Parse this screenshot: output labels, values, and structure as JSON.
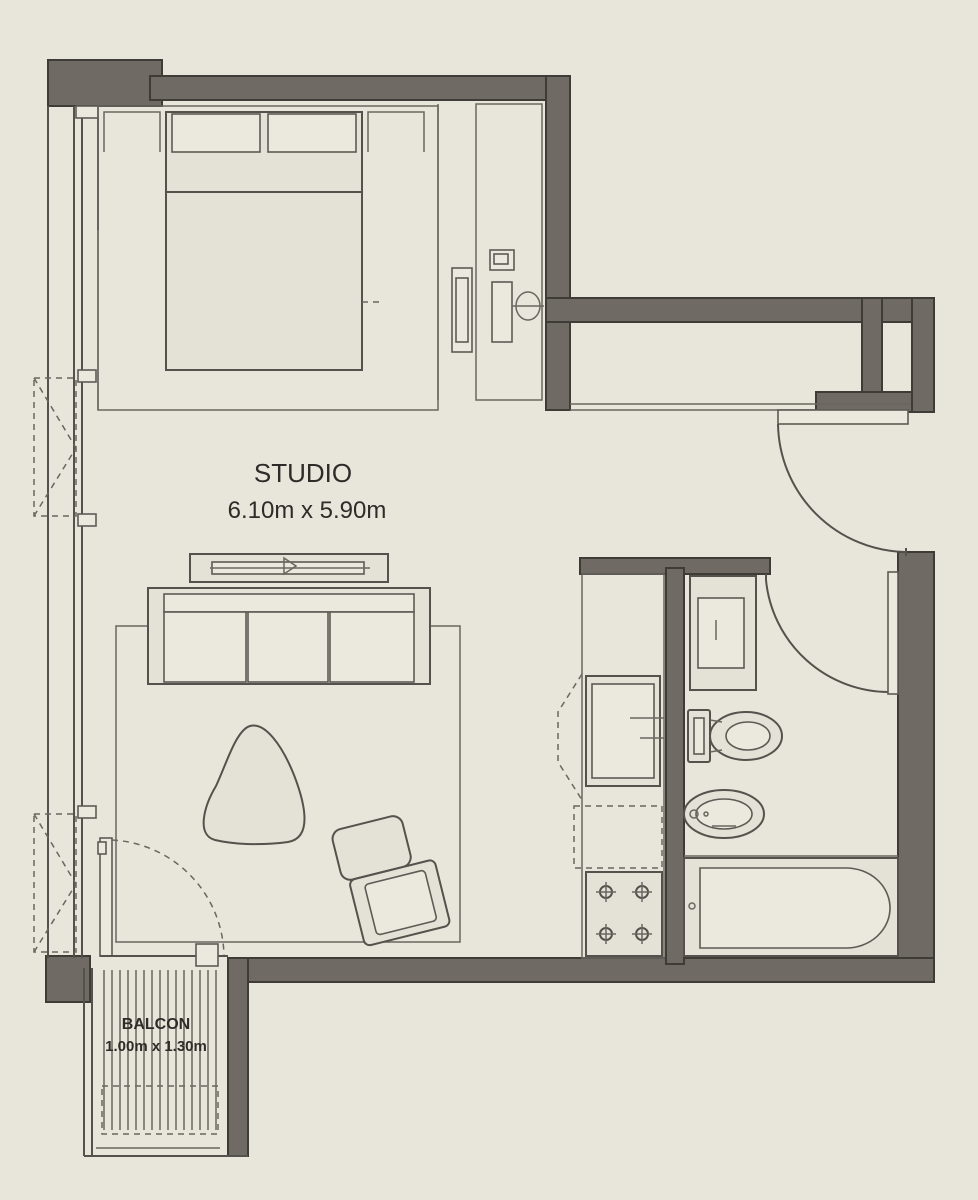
{
  "rooms": {
    "studio": {
      "name": "STUDIO",
      "dimensions": "6.10m x 5.90m"
    },
    "balcony": {
      "name": "BALCON",
      "dimensions": "1.00m x 1.30m"
    }
  },
  "colors": {
    "paper": "#e8e6da",
    "wall_fill": "#6f6a63",
    "line": "#55514c",
    "text": "#2e2b28"
  }
}
